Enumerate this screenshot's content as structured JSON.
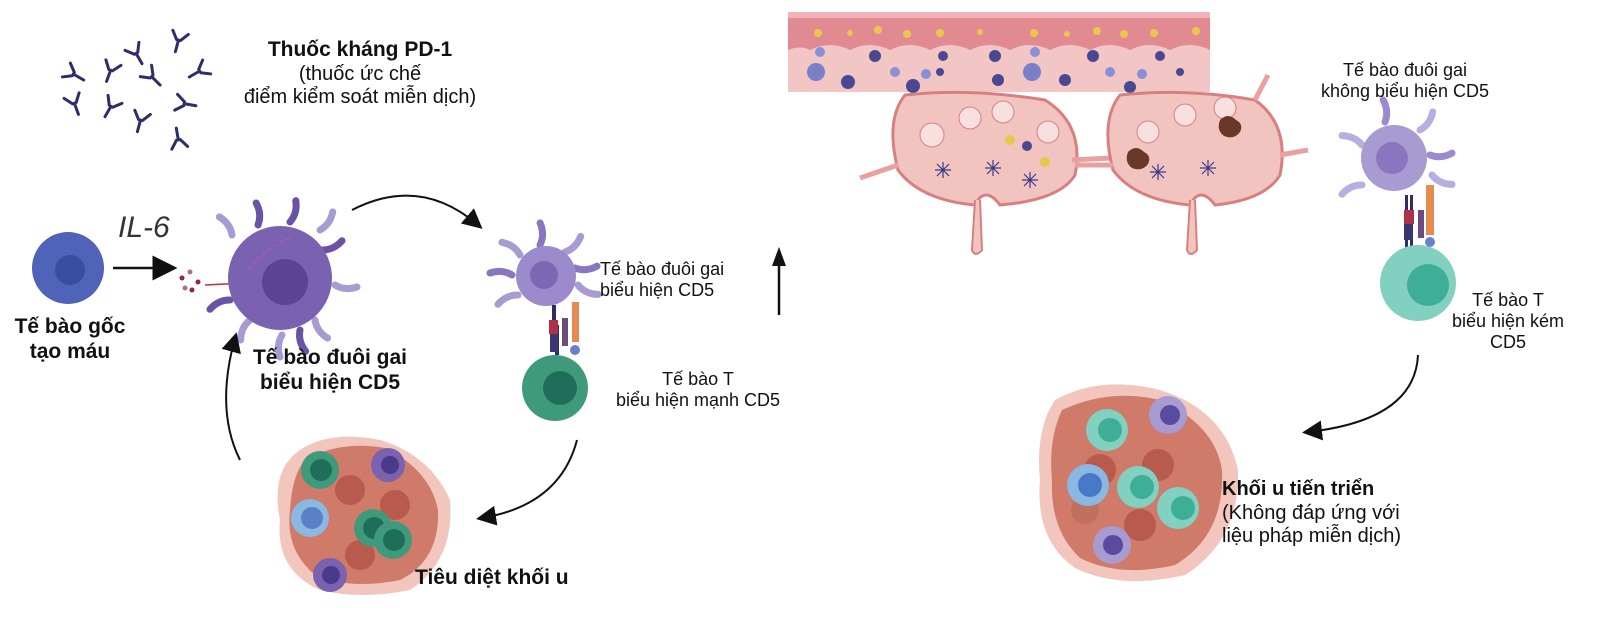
{
  "drug": {
    "title": "Thuốc kháng PD-1",
    "subtitle_line1": "(thuốc ức chế",
    "subtitle_line2": "điểm kiểm soát miễn dịch)",
    "icon": "antibody-icon"
  },
  "cytokine_label": "IL-6",
  "stem_cell": {
    "line1": "Tế bào gốc",
    "line2": "tạo máu"
  },
  "dc_cd5": {
    "line1": "Tế bào đuôi gai",
    "line2": "biểu hiện CD5"
  },
  "synapse_left": {
    "dc_line1": "Tế bào đuôi gai",
    "dc_line2": "biểu hiện CD5",
    "t_line1": "Tế bào T",
    "t_line2": "biểu hiện mạnh CD5",
    "indicator": "arrow-up-icon"
  },
  "tumor_killed": "Tiêu diệt khối u",
  "synapse_right": {
    "dc_line1": "Tế bào đuôi gai",
    "dc_line2": "không biểu hiện CD5",
    "t_line1": "Tế bào T",
    "t_line2": "biểu hiện kém",
    "t_line3": "CD5"
  },
  "tumor_progress": {
    "title": "Khối u tiến triển",
    "line2": "(Không đáp ứng với",
    "line3": "liệu pháp miễn dịch)"
  },
  "colors": {
    "stem_cell": "#4f63b8",
    "dendritic_cell": "#7a62b0",
    "dendritic_cell_light": "#a89bd2",
    "t_cell_strong": "#3f9a7c",
    "t_cell_weak": "#82d0c0",
    "tumor": "#d07a6a",
    "skin": "#e8a2a4",
    "lymph_node": "#f2c4c0"
  }
}
